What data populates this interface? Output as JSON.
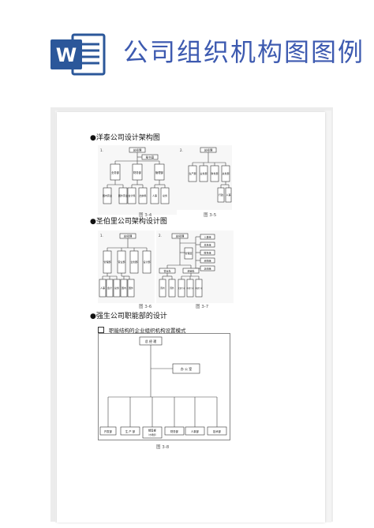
{
  "header": {
    "title": "公司组织机构图图例",
    "logo_letter": "W",
    "brand_color": "#2b579a",
    "title_color": "#3d5ab0"
  },
  "section1": {
    "title": "●洋泰公司设计架构图",
    "fig34": {
      "num": "1.",
      "caption": "图 3-4",
      "root": "总经理",
      "aside": "秘书室",
      "mid": [
        "业务部",
        "财务部",
        "管理部"
      ],
      "leaves": [
        "国内营业",
        "国外营业",
        "会计科",
        "出纳科",
        "人事",
        "总务"
      ]
    },
    "fig35": {
      "num": "2.",
      "caption": "图 3-5",
      "root": "总经理",
      "mid": [
        "生产部",
        "业务部",
        "财务部",
        "总务部"
      ],
      "leaves": [
        "行政",
        "人事"
      ]
    }
  },
  "section2": {
    "title": "●圣伯里公司架构设计图",
    "fig36": {
      "num": "1.",
      "caption": "图 3-6",
      "root": "总经理",
      "mid": [
        "管理部",
        "营业部",
        "企划部",
        "设计部"
      ],
      "leaves": [
        "人事",
        "会计",
        "总务",
        "国内",
        "国外"
      ]
    },
    "fig37": {
      "num": "2.",
      "caption": "图 3-7",
      "root": "总经理",
      "aside": "管理室",
      "side_list": [
        "人事组",
        "总务组",
        "财务组",
        "采购组",
        "企划组"
      ],
      "mid": [
        "营业处",
        "经销处"
      ],
      "leaves": [
        "国内",
        "国外",
        "北部门市",
        "中部门市",
        "南部门市"
      ]
    }
  },
  "section3": {
    "title": "●强生公司职能部的设计",
    "subtitle": "职能结构的企业组织机构设置模式",
    "fig38": {
      "caption": "图 3-8",
      "root": "总 经 理",
      "aside": "办 公 室",
      "leaves": [
        "开发部",
        "生 产 部",
        "销售部",
        "财务部",
        "人事部",
        "技术部"
      ],
      "leaf_note": "（市场部）"
    }
  }
}
